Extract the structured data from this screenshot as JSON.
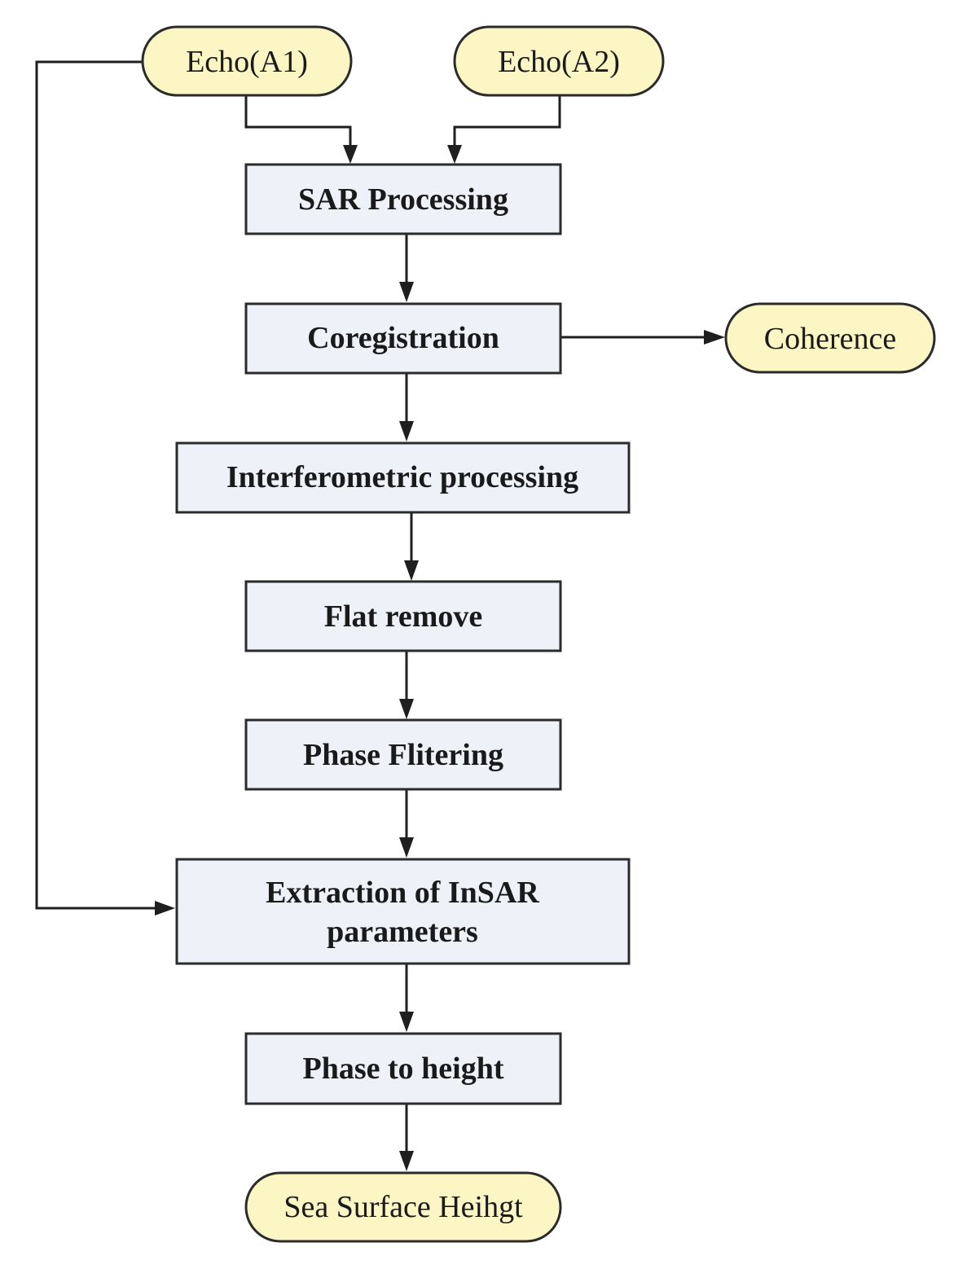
{
  "diagram": {
    "terminals": {
      "echo_a1": "Echo(A1)",
      "echo_a2": "Echo(A2)",
      "coherence": "Coherence",
      "sea_surface_height": "Sea Surface Heihgt"
    },
    "processes": {
      "sar_processing": "SAR Processing",
      "coregistration": "Coregistration",
      "interferometric_processing": "Interferometric processing",
      "flat_remove": "Flat remove",
      "phase_filtering": "Phase Flitering",
      "extraction_line1": "Extraction of InSAR",
      "extraction_line2": "parameters",
      "phase_to_height": "Phase to height"
    },
    "colors": {
      "process_fill": "#eef2f8",
      "terminal_fill": "#fbf6c3",
      "stroke": "#2b2b2b"
    }
  }
}
